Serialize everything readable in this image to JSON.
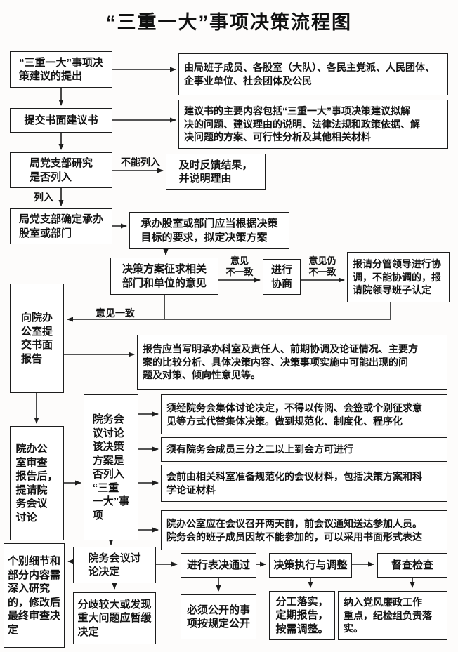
{
  "title": "“三重一大”事项决策流程图",
  "nodes": {
    "propose": "“三重一大”事项决\n策建议的提出",
    "propose_src": "由局班子成员、各股室（大队）、各民主党派、人民团体、\n企事业单位、社会团体及公民",
    "submit": "提交书面建议书",
    "submit_detail": "建议书的主要内容包括“三重一大”事项决策建议拟解\n决的问题、建议理由的说明、法律法规和政策依据、解\n决问题的方案、可行性分析及其他相关材料",
    "review": "局党支部研究\n是否列入",
    "feedback": "及时反馈结果，\n并说明理由",
    "assign": "局党支部确定承办\n股室或部门",
    "draft": "承办股室或部门应当根据决策\n目标的要求，拟定决策方案",
    "consult": "决策方案征求相关\n部门和单位的意见",
    "negotiate": "进行\n协商",
    "coordinate": "报请分管领导进行协\n调，不能协调的，报\n请院领导班子认定",
    "report": "向院办\n公室提\n交书面\n报告",
    "report_detail": "报告应当写明承办科室及责任人、前期协调及论证情况、主要方\n案的比较分析、具体决策内容、决策事项实施中可能出现的问\n题及对策、倾向性意见等。",
    "review2": "院办公\n室审查\n报告后，\n提请院\n务会议\n讨论",
    "meeting": "院务会\n议讨论\n该决策\n方案是\n否列入\n“三重\n一大”事\n项",
    "rule1": "须经院务会集体讨论决定，不得以传阅、会签或个别征求意\n见等方式代替集体决策。做到规范化、制度化、程序化",
    "rule2": "须有院务会成员三分之二以上到会方可进行",
    "rule3": "会前由相关科室准备规范化的会议材料，包括决策方案和科\n学论证材料",
    "rule4": "院办公室应在会议召开两天前，前会议通知送达参加人员。\n院务会的班子成员因故不能参加的，可以采用书面形式表达",
    "revise": "个别细节和\n部分内容需\n深入研究\n的，修改后\n最终审查决\n定",
    "decide": "院务会议讨\n论决定",
    "vote": "进行表决通过",
    "execute": "决策执行与调整",
    "supervise": "督查检查",
    "postpone": "分歧较大或发现\n重大问题应暂缓\n决定",
    "publicize": "必须公开的事\n项按规定公开",
    "implement": "分工落实，\n定期报告，\n按需调整。",
    "discipline": "纳入党风廉政工作\n重点，纪检组负责落\n实。"
  },
  "labels": {
    "not_listed": "不能列入",
    "listed": "列入",
    "disagree": "意见\n不一致",
    "still_disagree": "意见仍\n不一致",
    "agree": "意见一致"
  },
  "colors": {
    "ink": "#1d1d1d",
    "box_bg": "#ffffff",
    "page_bg": "#fdfcfb"
  }
}
